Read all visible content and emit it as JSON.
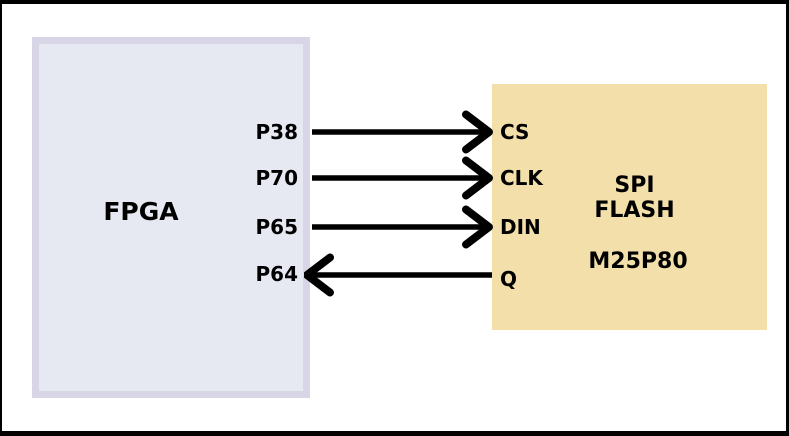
{
  "diagram": {
    "fpga": {
      "label": "FPGA",
      "pins": [
        "P38",
        "P70",
        "P65",
        "P64"
      ]
    },
    "flash": {
      "name_line1": "SPI",
      "name_line2": "FLASH",
      "part_number": "M25P80",
      "pins": [
        "CS",
        "CLK",
        "DIN",
        "Q"
      ]
    },
    "connections": [
      {
        "fpga_pin": "P38",
        "flash_pin": "CS",
        "direction": "fpga-to-flash"
      },
      {
        "fpga_pin": "P70",
        "flash_pin": "CLK",
        "direction": "fpga-to-flash"
      },
      {
        "fpga_pin": "P65",
        "flash_pin": "DIN",
        "direction": "fpga-to-flash"
      },
      {
        "fpga_pin": "P64",
        "flash_pin": "Q",
        "direction": "flash-to-fpga"
      }
    ],
    "colors": {
      "fpga_fill": "#e7e9f2",
      "fpga_border": "#d8d5e7",
      "flash_fill": "#f2dfa9",
      "line": "#000000",
      "frame": "#000000",
      "background": "#ffffff",
      "text": "#000000"
    }
  }
}
